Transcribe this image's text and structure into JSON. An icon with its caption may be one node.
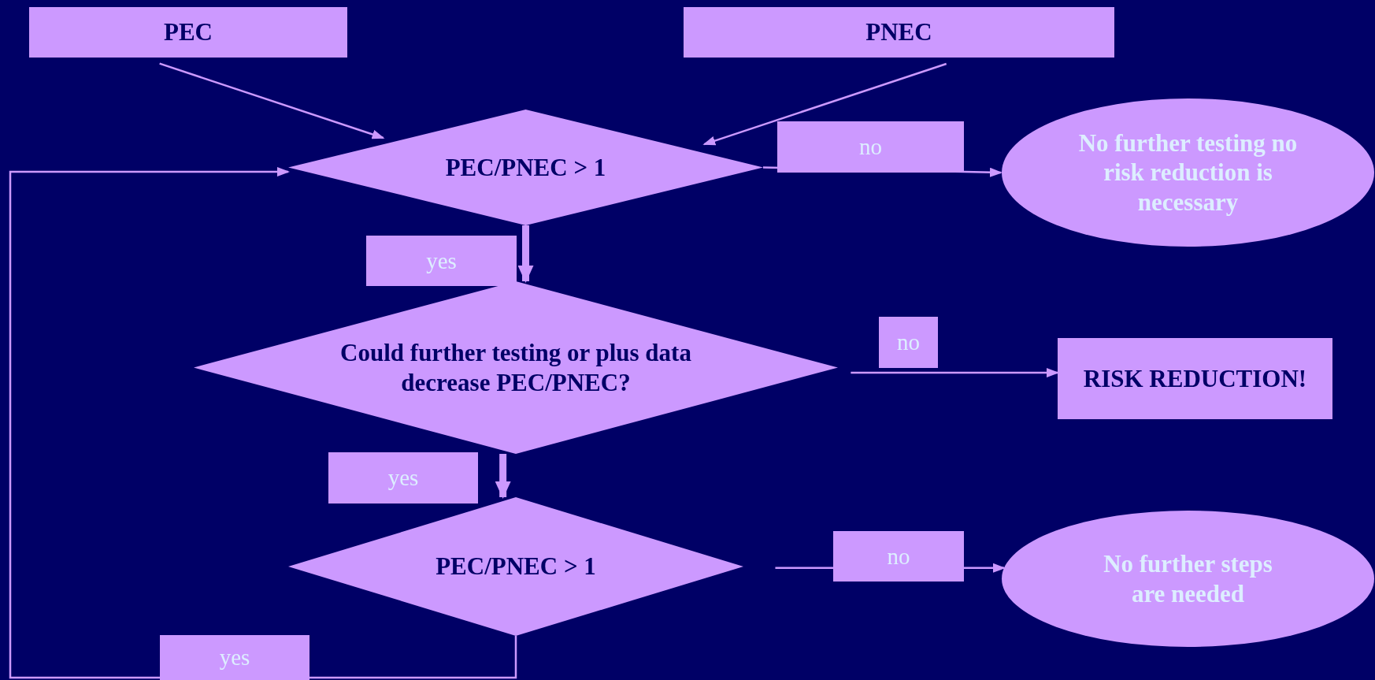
{
  "diagram": {
    "nodes": [
      {
        "text": [
          "PEC"
        ]
      },
      {
        "text": [
          "PNEC"
        ]
      },
      {
        "text": [
          "PEC/PNEC > 1"
        ]
      },
      {
        "text": [
          "No further testing no risk reduction is necessary"
        ]
      },
      {
        "text": [
          "Could further testing or plus data decrease PEC/PNEC?"
        ]
      },
      {
        "text": [
          "RISK REDUCTION!"
        ]
      },
      {
        "text": [
          "PEC/PNEC > 1"
        ]
      },
      {
        "text": [
          "No further steps are needed"
        ]
      }
    ],
    "edges": [
      {
        "from": 0,
        "to": 2,
        "arrow": "to"
      },
      {
        "from": 1,
        "to": 2,
        "arrow": "to"
      },
      {
        "from": 2,
        "to": 3,
        "arrow": "to",
        "label": "no"
      },
      {
        "from": 2,
        "to": 4,
        "arrow": "to",
        "label": "yes",
        "style": "thick"
      },
      {
        "from": 4,
        "to": 5,
        "arrow": "to",
        "label": "no"
      },
      {
        "from": 4,
        "to": 6,
        "arrow": "to",
        "label": "yes",
        "style": "thick"
      },
      {
        "from": 6,
        "to": 7,
        "arrow": "to",
        "label": "no"
      },
      {
        "from": 6,
        "to": 2,
        "arrow": "to",
        "label": "yes"
      }
    ]
  }
}
